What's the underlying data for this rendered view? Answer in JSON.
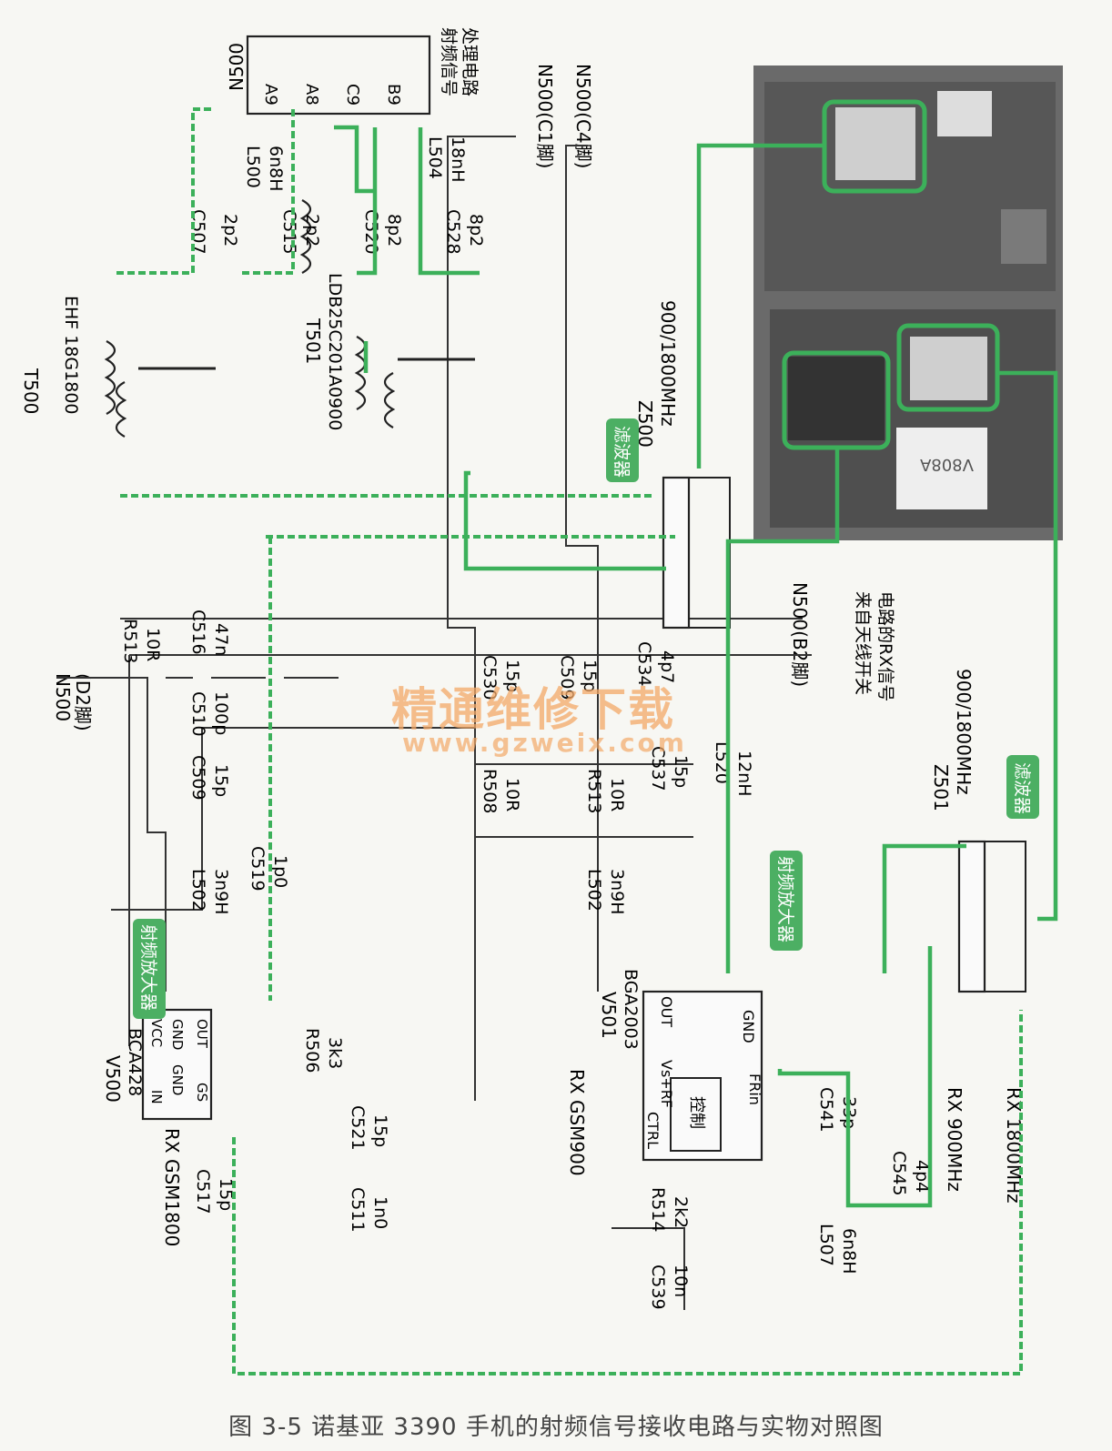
{
  "caption": "图 3-5  诺基亚 3390 手机的射频信号接收电路与实物对照图",
  "watermark": {
    "title": "精通维修下载",
    "url": "www.gzweix.com"
  },
  "colors": {
    "wire": "#333333",
    "signal": "#3cb05a",
    "callout_bg": "#4caf63",
    "photo": "#5f5f5f"
  },
  "ic_n500": {
    "name": "N500",
    "pins": [
      "A9",
      "A8",
      "C9",
      "B9"
    ],
    "desc": [
      "射频信号",
      "处理电路"
    ]
  },
  "net_labels": {
    "c1": "N500(C1脚)",
    "c4": "N500(C4脚)",
    "b2": "N500(B2脚)",
    "d2_a": "N500",
    "d2_b": "(D2脚)"
  },
  "parts": {
    "c507": [
      "C507",
      "2p2"
    ],
    "l500": [
      "L500",
      "6n8H"
    ],
    "c515": [
      "C515",
      "2p2"
    ],
    "c520": [
      "C520",
      "8p2"
    ],
    "l504": [
      "L504",
      "18nH"
    ],
    "c528": [
      "C528",
      "8p2"
    ],
    "t500": [
      "T500",
      "EHF 18G1800"
    ],
    "t501": [
      "T501",
      "LDB25C201A0900"
    ],
    "z500": [
      "Z500",
      "900/1800MHz"
    ],
    "z501": [
      "Z501",
      "900/1800MHz"
    ],
    "r513a": [
      "R513",
      "10R"
    ],
    "c516": [
      "C516",
      "47n"
    ],
    "c510": [
      "C510",
      "100p"
    ],
    "c509a": [
      "C509",
      "15p"
    ],
    "l502a": [
      "L502",
      "3n9H"
    ],
    "c519": [
      "C519",
      "1p0"
    ],
    "r506": [
      "R506",
      "3k3"
    ],
    "c521": [
      "C521",
      "15p"
    ],
    "c511": [
      "C511",
      "1n0"
    ],
    "c517": [
      "C517",
      "15p"
    ],
    "v500": [
      "V500",
      "BCA428"
    ],
    "c530": [
      "C530",
      "15p"
    ],
    "c509b": [
      "C509",
      "15p"
    ],
    "c534": [
      "C534",
      "4p7"
    ],
    "r508": [
      "R508",
      "10R"
    ],
    "r513b": [
      "R513",
      "10R"
    ],
    "c537": [
      "C537",
      "15p"
    ],
    "l520": [
      "L520",
      "12nH"
    ],
    "l502b": [
      "L502",
      "3n9H"
    ],
    "v501": [
      "V501",
      "BGA2003"
    ],
    "c541": [
      "C541",
      "33p"
    ],
    "c545": [
      "C545",
      "4p4"
    ],
    "r514": [
      "R514",
      "2k2"
    ],
    "c539": [
      "C539",
      "10n"
    ],
    "l507": [
      "L507",
      "6n8H"
    ]
  },
  "v500_pins": [
    "IN",
    "VCC",
    "GND",
    "GND",
    "GS",
    "OUT"
  ],
  "v501_pins": [
    "Vs+RF",
    "OUT",
    "CTRL",
    "GND",
    "FRin"
  ],
  "control_label": "控制",
  "callouts": {
    "filter1": "滤波器",
    "filter2": "滤波器",
    "rfamp1": "射频放大器",
    "rfamp2": "射频放大器"
  },
  "rx_labels": {
    "gsm1800": "RX GSM1800",
    "gsm900": "RX GSM900",
    "rx900": "RX 900MHz",
    "rx1800": "RX 1800MHz"
  },
  "antenna_note": [
    "来自天线开关",
    "电路的RX信号"
  ],
  "photo_chip_text": "V808A"
}
